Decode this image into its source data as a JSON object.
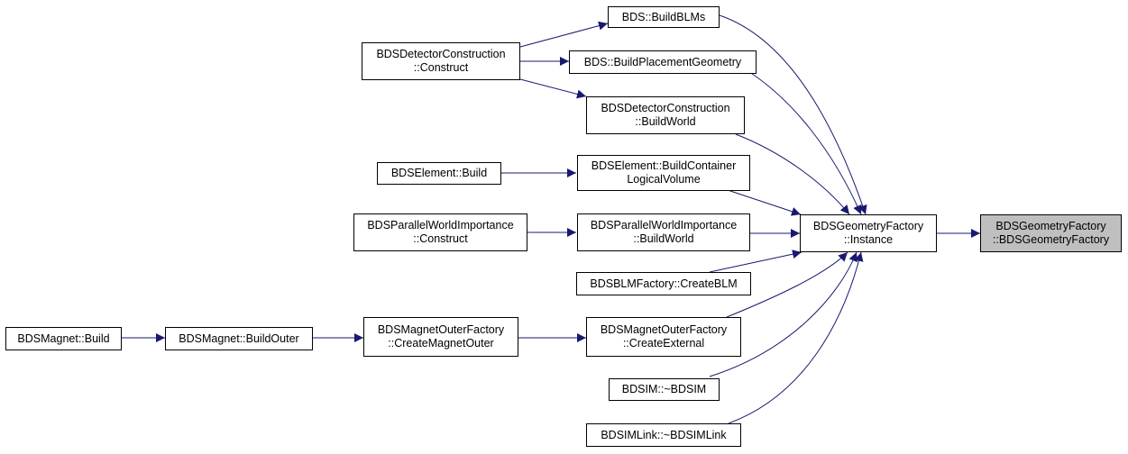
{
  "colors": {
    "edge": "#191970",
    "node_border": "#000000",
    "node_fill": "#ffffff",
    "focus_fill": "#bfbfbf"
  },
  "nodes": {
    "focus": {
      "line1": "BDSGeometryFactory",
      "line2": "::BDSGeometryFactory"
    },
    "instance": {
      "line1": "BDSGeometryFactory",
      "line2": "::Instance"
    },
    "build_blms": {
      "line1": "BDS::BuildBLMs"
    },
    "build_placement_geometry": {
      "line1": "BDS::BuildPlacementGeometry"
    },
    "detector_build_world": {
      "line1": "BDSDetectorConstruction",
      "line2": "::BuildWorld"
    },
    "detector_construct": {
      "line1": "BDSDetectorConstruction",
      "line2": "::Construct"
    },
    "element_build_container": {
      "line1": "BDSElement::BuildContainer",
      "line2": "LogicalVolume"
    },
    "element_build": {
      "line1": "BDSElement::Build"
    },
    "pwi_build_world": {
      "line1": "BDSParallelWorldImportance",
      "line2": "::BuildWorld"
    },
    "pwi_construct": {
      "line1": "BDSParallelWorldImportance",
      "line2": "::Construct"
    },
    "blm_create": {
      "line1": "BDSBLMFactory::CreateBLM"
    },
    "mof_create_external": {
      "line1": "BDSMagnetOuterFactory",
      "line2": "::CreateExternal"
    },
    "mof_create_magnet_outer": {
      "line1": "BDSMagnetOuterFactory",
      "line2": "::CreateMagnetOuter"
    },
    "magnet_build_outer": {
      "line1": "BDSMagnet::BuildOuter"
    },
    "magnet_build": {
      "line1": "BDSMagnet::Build"
    },
    "bdsim_dtor": {
      "line1": "BDSIM::~BDSIM"
    },
    "bdsimlink_dtor": {
      "line1": "BDSIMLink::~BDSIMLink"
    }
  }
}
